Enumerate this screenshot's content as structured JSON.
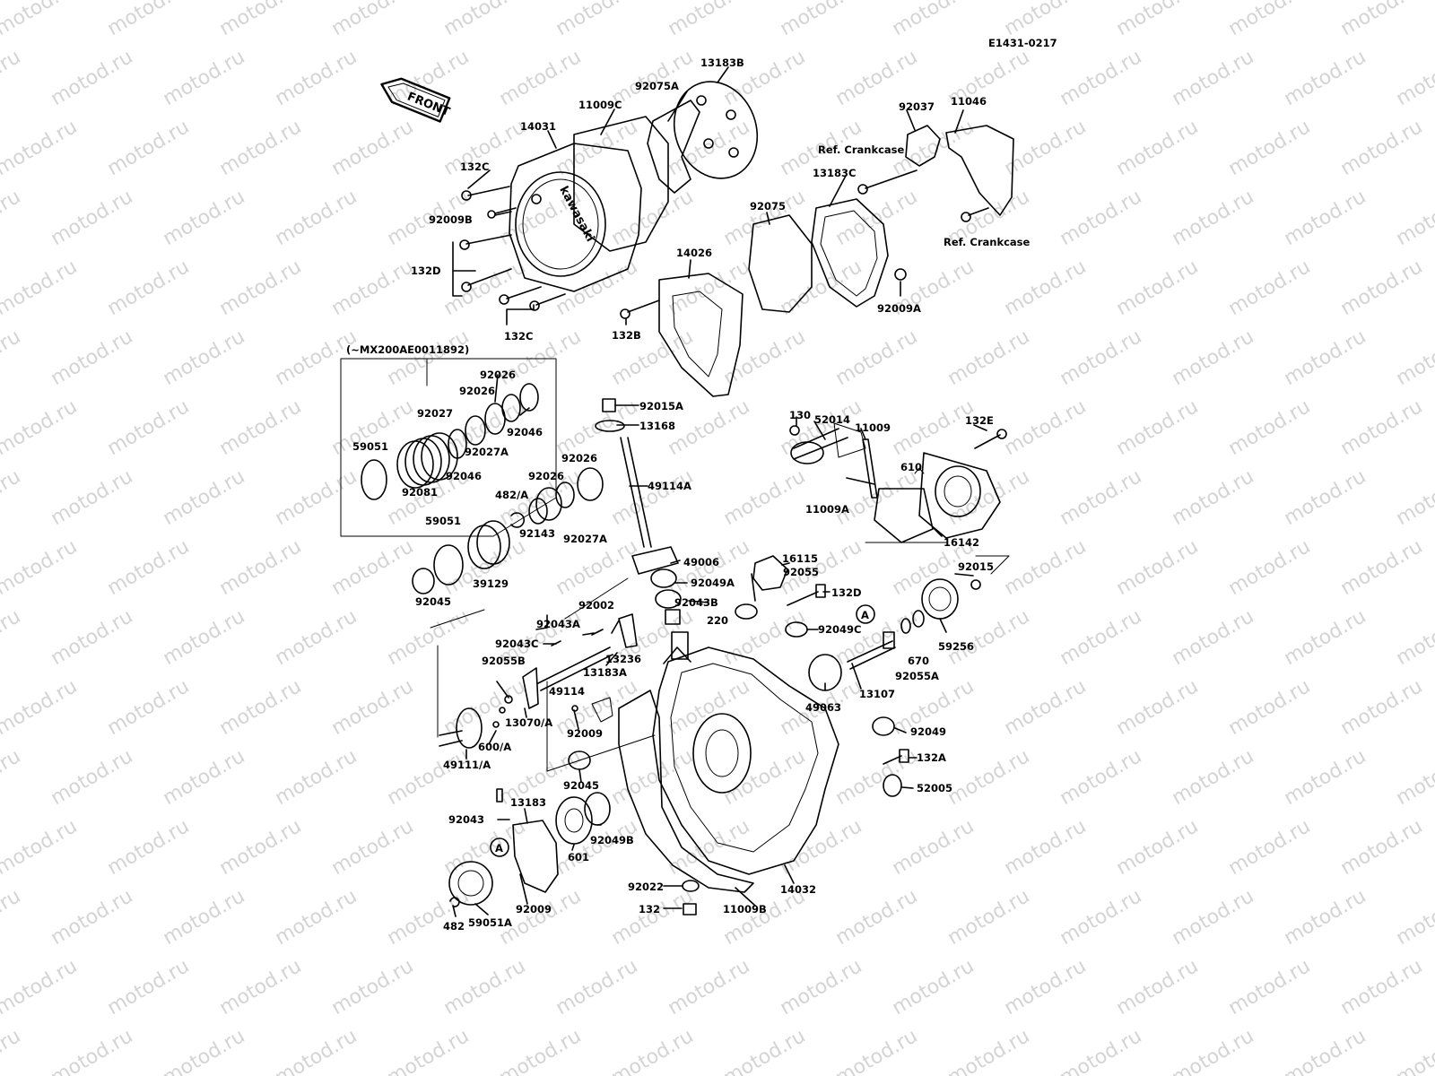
{
  "diagram_code": "E1431-0217",
  "watermark": "motod.ru",
  "front_badge": "FRONT",
  "brand_logo": "kawasaki",
  "model_note": "(~MX200AE0011892)",
  "ref_crankcase": "Ref. Crankcase",
  "circle_marker": "A",
  "parts": {
    "p13183B": "13183B",
    "p92075A": "92075A",
    "p11009C": "11009C",
    "p14031": "14031",
    "p132C_1": "132C",
    "p92009B": "92009B",
    "p132D_1": "132D",
    "p132C_2": "132C",
    "p92037": "92037",
    "p11046": "11046",
    "p13183C": "13183C",
    "p92075": "92075",
    "p14026": "14026",
    "p132B": "132B",
    "p92009A": "92009A",
    "p92026_1": "92026",
    "p92026_2": "92026",
    "p92027": "92027",
    "p92046_1": "92046",
    "p59051_1": "59051",
    "p92027A_1": "92027A",
    "p92046_2": "92046",
    "p92081": "92081",
    "p92015A": "92015A",
    "p13168": "13168",
    "p130": "130",
    "p52014": "52014",
    "p11009": "11009",
    "p132E": "132E",
    "p610": "610",
    "p11009A": "11009A",
    "p16142": "16142",
    "p92026_3": "92026",
    "p92026_4": "92026",
    "p49114A": "49114A",
    "p482A": "482/A",
    "p59051_2": "59051",
    "p92143": "92143",
    "p92027A_2": "92027A",
    "p39129": "39129",
    "p92045_1": "92045",
    "p49006": "49006",
    "p16115": "16115",
    "p92055": "92055",
    "p92049A": "92049A",
    "p92043B": "92043B",
    "p132D_2": "132D",
    "p92015": "92015",
    "p92002": "92002",
    "p92043A": "92043A",
    "p220": "220",
    "p92049C": "92049C",
    "p670": "670",
    "p59256": "59256",
    "p92043C": "92043C",
    "p13236": "13236",
    "p92055B": "92055B",
    "p13183A": "13183A",
    "p49114": "49114",
    "p13107": "13107",
    "p92055A": "92055A",
    "p49063": "49063",
    "p13070A": "13070/A",
    "p92009_1": "92009",
    "p600A": "600/A",
    "p49111A": "49111/A",
    "p92049": "92049",
    "p132A": "132A",
    "p92045_2": "92045",
    "p52005": "52005",
    "p92043": "92043",
    "p13183": "13183",
    "p601": "601",
    "p92049B": "92049B",
    "p14032": "14032",
    "p92022": "92022",
    "p132": "132",
    "p11009B": "11009B",
    "p92009_2": "92009",
    "p482": "482",
    "p59051A": "59051A"
  }
}
